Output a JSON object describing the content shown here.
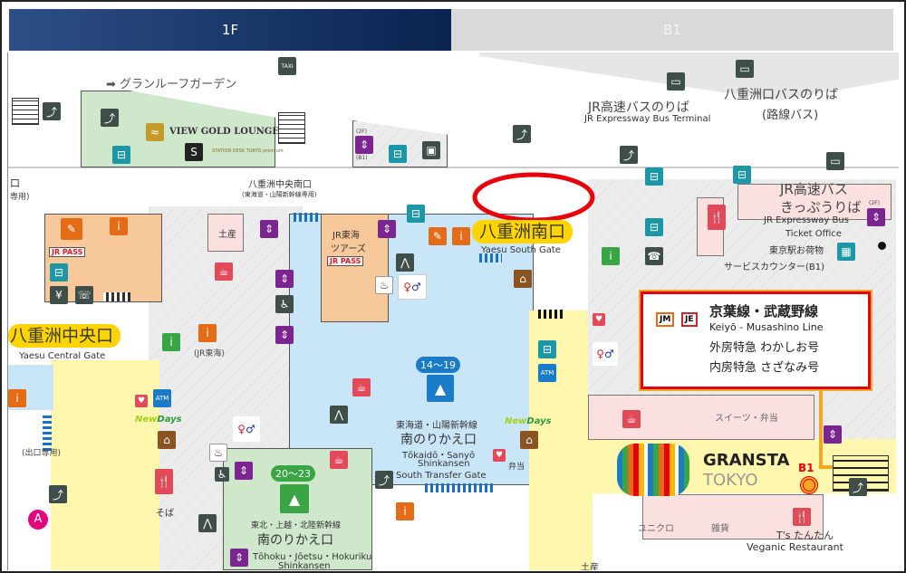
{
  "tabs": [
    {
      "label": "1F",
      "active": true
    },
    {
      "label": "B1",
      "active": false
    }
  ],
  "labels": {
    "grand_roof": "グランルーフガーデン",
    "taxi": "TAXI",
    "lounge": "VIEW GOLD LOUNGE",
    "station_desk": "STATION DESK TOKYO premium",
    "left_cut": "口",
    "left_cut_sub": "専用)",
    "yaesu_chuo_minami": "八重洲中央南口",
    "yaesu_chuo_minami_sub": "(東海道・山陽新幹線専用)",
    "bus_terminal_jp": "JR高速バスのりば",
    "bus_terminal_en": "JR Expressway Bus Terminal",
    "yaesu_bus_jp": "八重洲口バスのりば",
    "yaesu_bus_sub": "(路線バス)",
    "ticket_jp1": "JR高速バス",
    "ticket_jp2": "きっぷうりば",
    "ticket_en1": "JR Expressway Bus",
    "ticket_en2": "Ticket Office",
    "luggage_jp1": "東京駅お荷物",
    "luggage_jp2": "サービスカウンター(B1)",
    "south_gate_jp": "八重洲南口",
    "south_gate_en": "Yaesu South Gate",
    "central_gate_jp": "八重洲中央口",
    "central_gate_en": "Yaesu Central Gate",
    "jr_pass": "JR PASS",
    "jr_tokai_tours1": "JR東海",
    "jr_tokai_tours2": "ツアーズ",
    "souvenir": "土産",
    "jr_tokai": "(JR東海)",
    "tracks_1419": "14〜19",
    "tokaido_jp": "東海道・山陽新幹線",
    "transfer_jp": "南のりかえ口",
    "tokaido_en": "Tōkaidō・Sanyō",
    "shinkansen": "Shinkansen",
    "south_transfer_en": "South Transfer Gate",
    "tracks_2023": "20〜23",
    "tohoku_jp": "東北・上越・北陸新幹線",
    "tohoku_en": "Tōhoku・Jōetsu・Hokuriku",
    "newdays_a": "New",
    "newdays_b": "Days",
    "bento": "弁当",
    "soba": "そば",
    "exit_only": "(出口専用)",
    "point_a": "A",
    "atm": "ATM",
    "floor_2f": "(2F)",
    "floor_b1": "(B1)",
    "sweets": "スイーツ・弁当",
    "uniqlo": "ユニクロ",
    "goods": "雑貨",
    "tstantan": "T's たんたん",
    "veganic": "Veganic Restaurant",
    "b1": "B1",
    "granta1": "GRANSTA",
    "granta2": "TOKYO"
  },
  "line_box": {
    "jm": "JM",
    "je": "JE",
    "line_jp": "京葉線・武蔵野線",
    "line_en": "Keiyō - Musashino Line",
    "ltd1": "外房特急 わかしお号",
    "ltd2": "内房特急 さざなみ号"
  },
  "colors": {
    "highlight": "#e8000b",
    "badge": "#ffd400",
    "tab_active": "#0a2350"
  }
}
